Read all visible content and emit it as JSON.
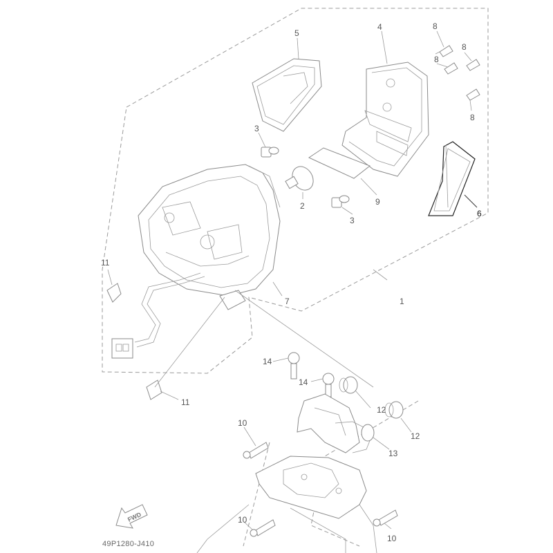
{
  "diagram_code": "49P1280-J410",
  "fwd_label": "FWD",
  "callouts": {
    "c1": "1",
    "c2": "2",
    "c3a": "3",
    "c3b": "3",
    "c4": "4",
    "c5": "5",
    "c6": "6",
    "c7": "7",
    "c8a": "8",
    "c8b": "8",
    "c8c": "8",
    "c8d": "8",
    "c9": "9",
    "c10a": "10",
    "c10b": "10",
    "c10c": "10",
    "c11a": "11",
    "c11b": "11",
    "c12a": "12",
    "c12b": "12",
    "c13": "13",
    "c14a": "14",
    "c14b": "14"
  },
  "highlighted_part": "6",
  "colors": {
    "line": "#8a8a8a",
    "highlight": "#222222",
    "background": "#ffffff"
  }
}
